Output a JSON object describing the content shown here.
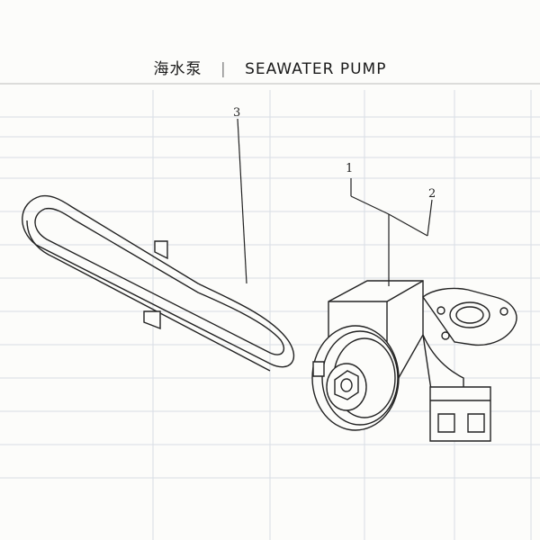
{
  "title": {
    "chinese": "海水泵",
    "english": "SEAWATER PUMP"
  },
  "callouts": {
    "c1": "1",
    "c2": "2",
    "c3": "3"
  }
}
